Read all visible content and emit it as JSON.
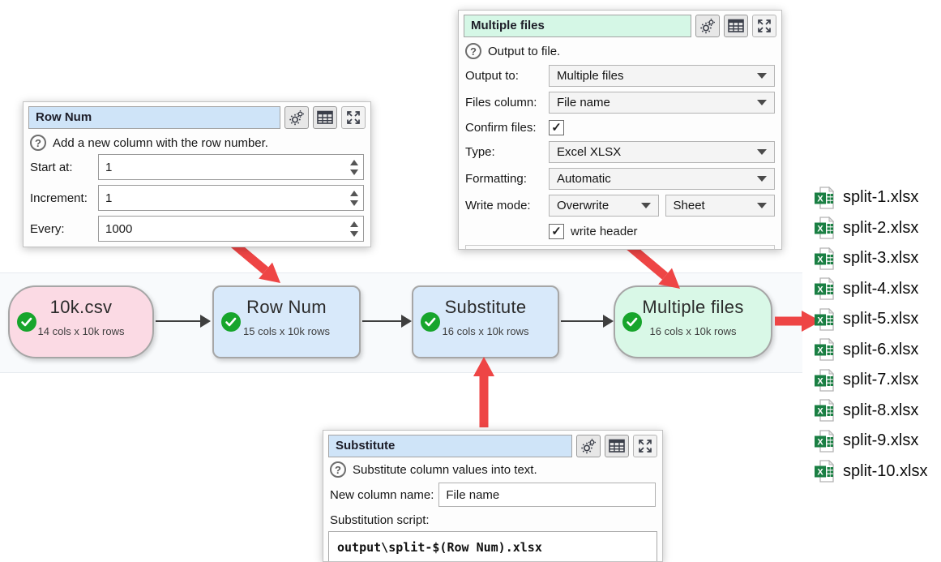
{
  "colors": {
    "node_source_pink": "#fbdae4",
    "node_transform_blue": "#d8e9fa",
    "node_output_green": "#d9f8e7",
    "titlebar_blue": "#cfe4f8",
    "titlebar_mint": "#d5f7e6",
    "success_green": "#17a52c",
    "red_arrow": "#ee4545",
    "excel_green": "#1a7f43"
  },
  "icons": {
    "help": "?",
    "gear": "gear-icon",
    "table": "table-grid-icon",
    "expand": "expand-arrows-icon",
    "check": "✓",
    "dropdown": "chevron-down",
    "excel": "excel-file-icon"
  },
  "flow": {
    "nodes": [
      {
        "title": "10k.csv",
        "subtitle": "14 cols x 10k rows"
      },
      {
        "title": "Row Num",
        "subtitle": "15 cols x 10k rows"
      },
      {
        "title": "Substitute",
        "subtitle": "16 cols x 10k rows"
      },
      {
        "title": "Multiple files",
        "subtitle": "16 cols x 10k rows"
      }
    ]
  },
  "panels": {
    "row_num": {
      "title": "Row Num",
      "help": "Add a new column with the row number.",
      "fields": [
        {
          "label": "Start at:",
          "value": "1"
        },
        {
          "label": "Increment:",
          "value": "1"
        },
        {
          "label": "Every:",
          "value": "1000"
        }
      ]
    },
    "multiple_files": {
      "title": "Multiple files",
      "help": "Output to file.",
      "output_to": {
        "label": "Output to:",
        "value": "Multiple files"
      },
      "files_column": {
        "label": "Files column:",
        "value": "File name"
      },
      "confirm_files": {
        "label": "Confirm files:",
        "checked": "✓"
      },
      "type": {
        "label": "Type:",
        "value": "Excel XLSX"
      },
      "formatting": {
        "label": "Formatting:",
        "value": "Automatic"
      },
      "write_mode": {
        "label": "Write mode:",
        "value": "Overwrite",
        "value2": "Sheet"
      },
      "write_header": {
        "label": "write header",
        "checked": "✓"
      }
    },
    "substitute": {
      "title": "Substitute",
      "help": "Substitute column values into text.",
      "new_column_name": {
        "label": "New column name:",
        "value": "File name"
      },
      "script_label": "Substitution script:",
      "script": "output\\split-$(Row Num).xlsx"
    }
  },
  "files": [
    {
      "name": "split-1.xlsx"
    },
    {
      "name": "split-2.xlsx"
    },
    {
      "name": "split-3.xlsx"
    },
    {
      "name": "split-4.xlsx"
    },
    {
      "name": "split-5.xlsx"
    },
    {
      "name": "split-6.xlsx"
    },
    {
      "name": "split-7.xlsx"
    },
    {
      "name": "split-8.xlsx"
    },
    {
      "name": "split-9.xlsx"
    },
    {
      "name": "split-10.xlsx"
    }
  ]
}
